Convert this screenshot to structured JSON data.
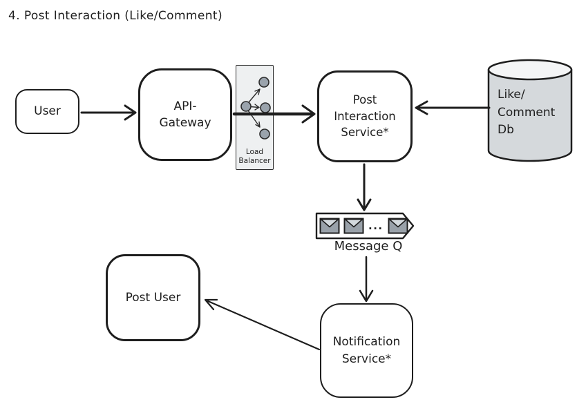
{
  "title": "4. Post Interaction (Like/Comment)",
  "colors": {
    "stroke": "#1e1e1e",
    "lb_fill": "#eef0f1",
    "db_fill": "#d5d9dc",
    "db_top_fill": "#f4f5f6",
    "circle_fill": "#9aa3ac",
    "envelope_fill": "#99a1a9",
    "envelope_flap": "#d3d9dd",
    "queue_fill": "#ffffff"
  },
  "nodes": {
    "user": {
      "label": "User"
    },
    "api_gateway": {
      "label": "API-\nGateway"
    },
    "load_balancer": {
      "label": "Load\nBalancer"
    },
    "post_interaction_service": {
      "label": "Post\nInteraction\nService*"
    },
    "like_comment_db": {
      "label": "Like/\nComment\nDb"
    },
    "message_queue": {
      "label": "Message Q",
      "dots": "..."
    },
    "post_user": {
      "label": "Post User"
    },
    "notification_service": {
      "label": "Notification\nService*"
    }
  }
}
